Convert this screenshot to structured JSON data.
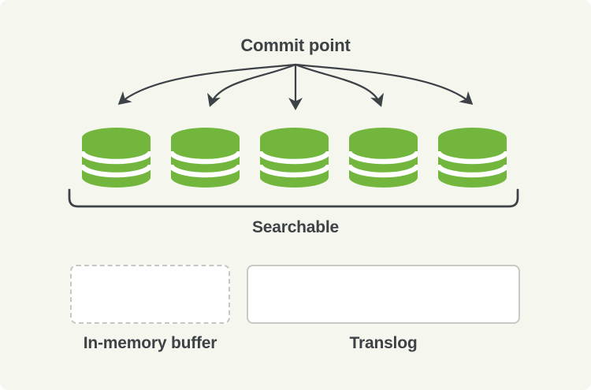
{
  "colors": {
    "green": "#72b63e",
    "dark": "#3d4246",
    "bg": "#f5f6ee",
    "white": "#ffffff",
    "border-solid": "#c8c9c3",
    "border-dashed": "#c6c7c1"
  },
  "diagram": {
    "commit_point_label": "Commit point",
    "searchable_label": "Searchable",
    "in_memory_buffer_label": "In-memory buffer",
    "translog_label": "Translog",
    "segment_count": 5,
    "segment_icon": "database-cylinder-icon"
  }
}
